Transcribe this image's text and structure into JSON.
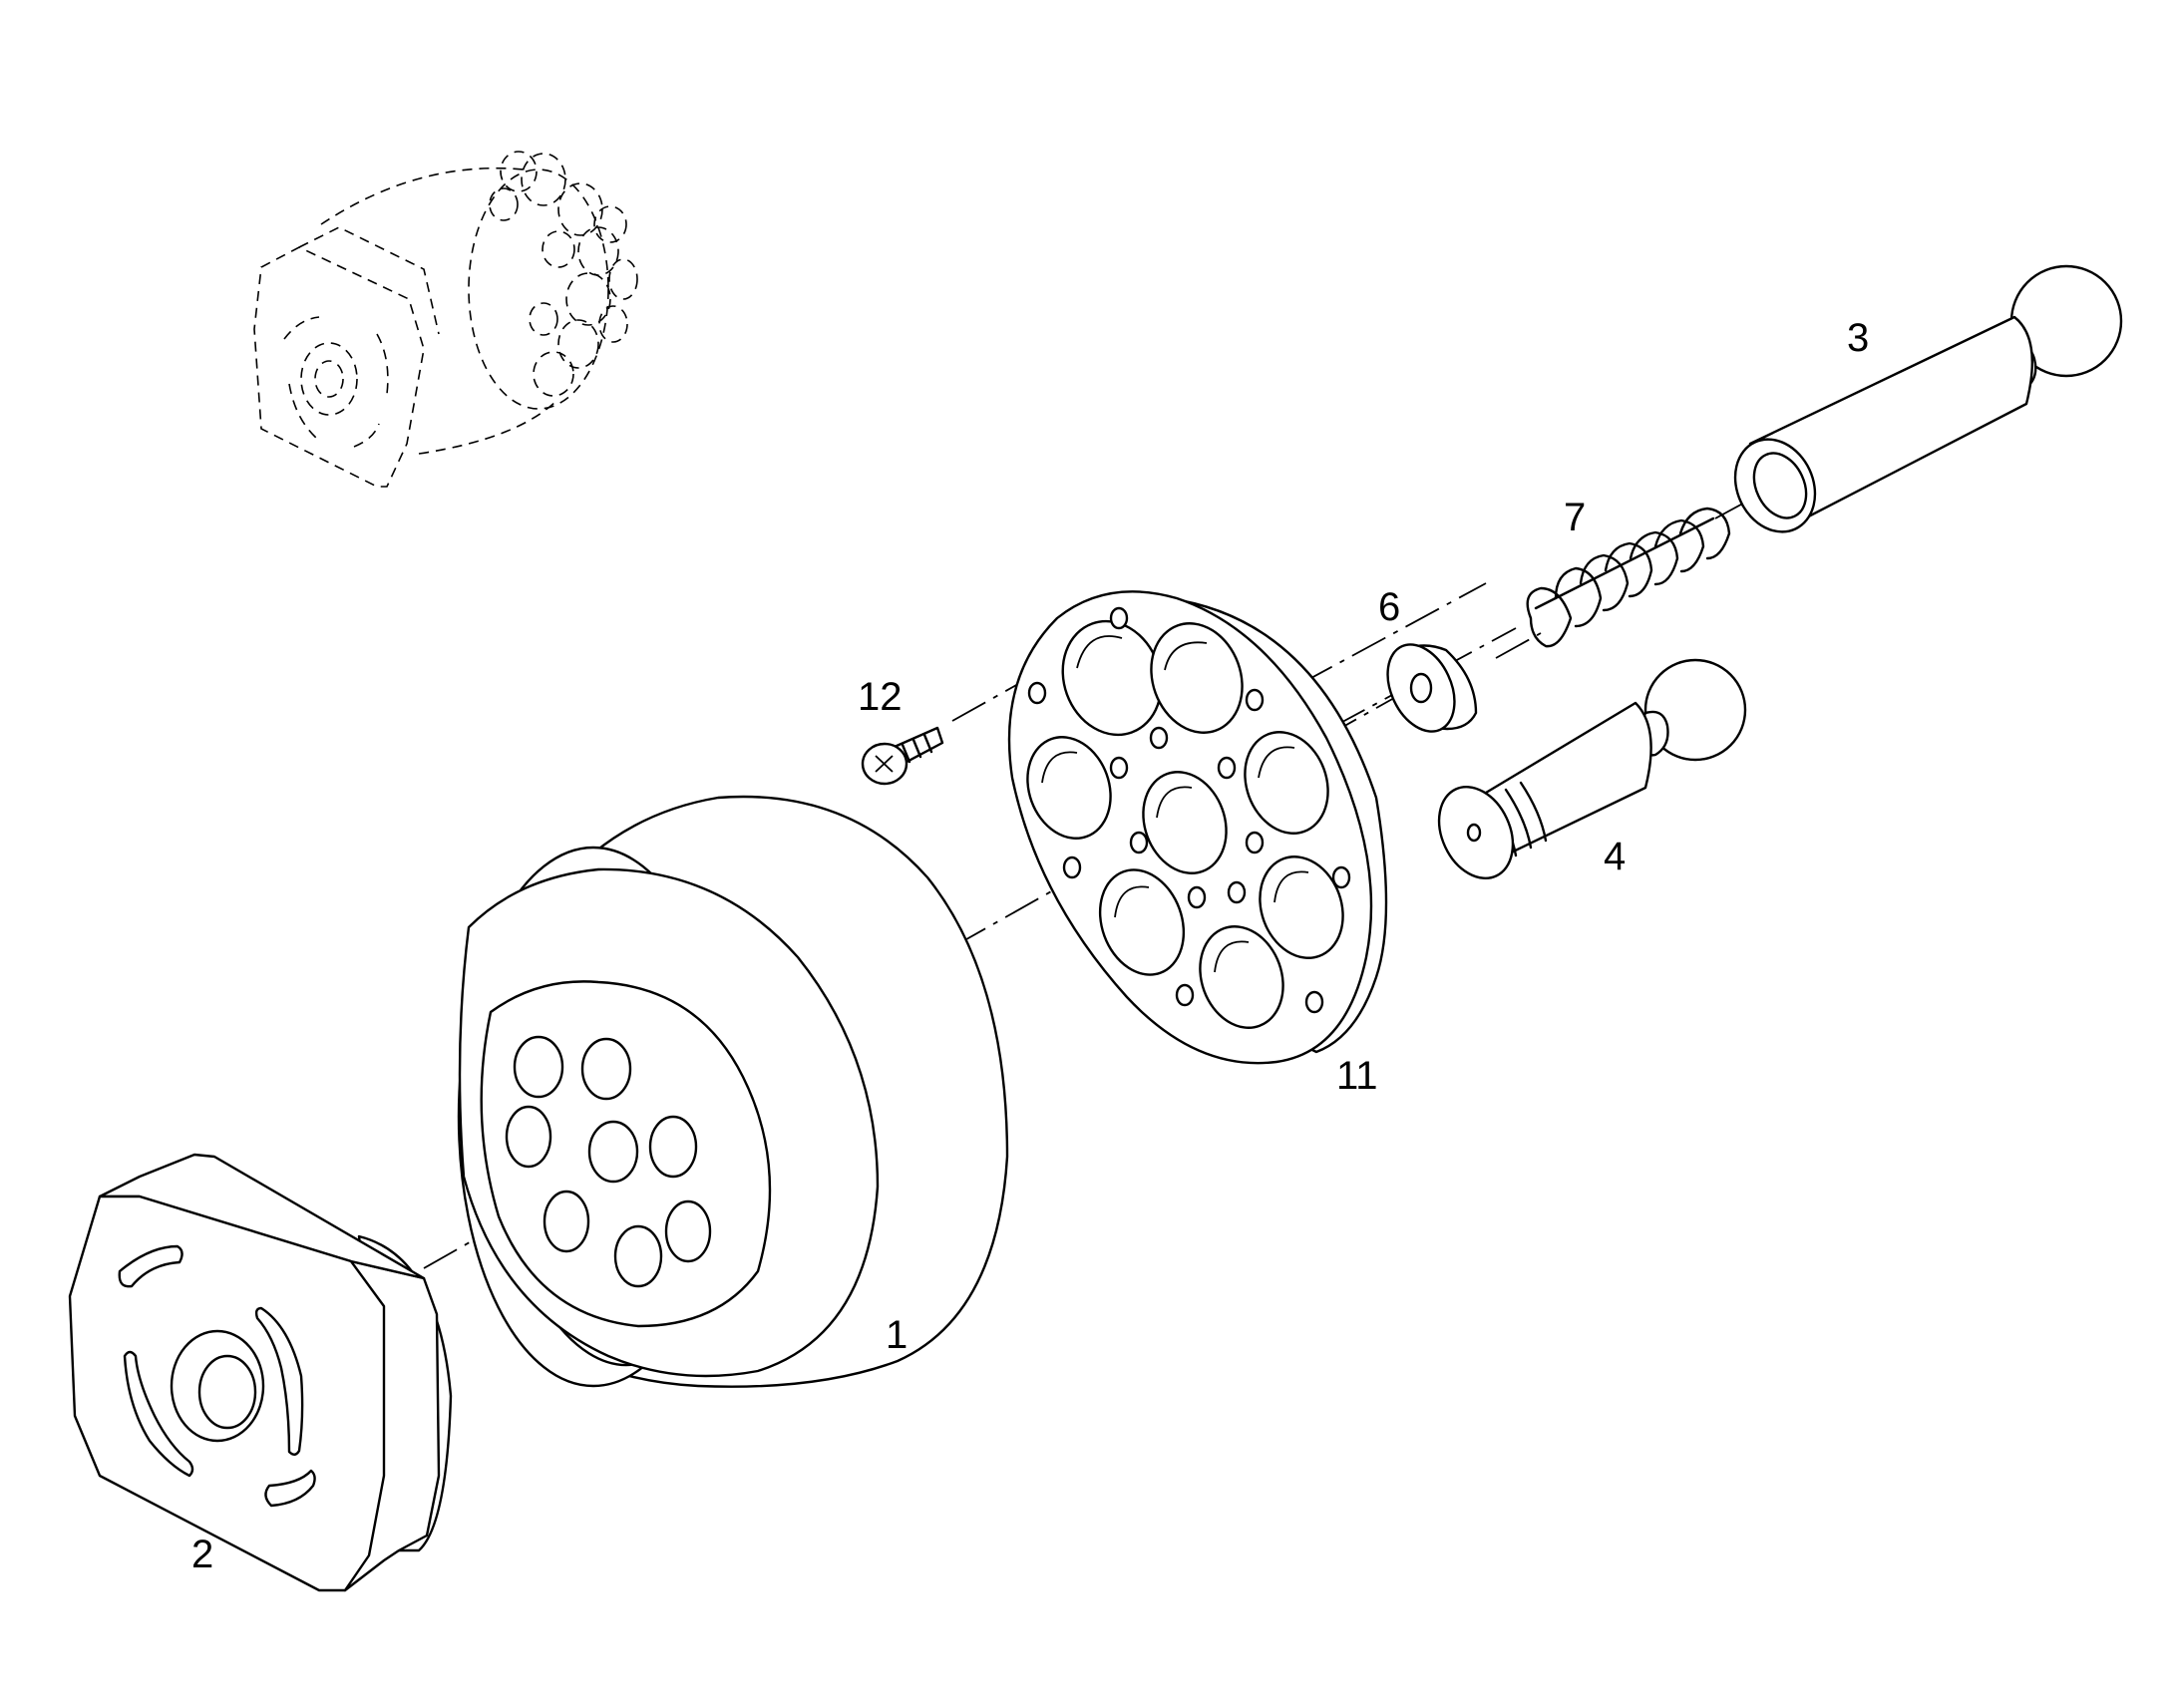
{
  "figure": {
    "type": "exploded-parts-diagram",
    "callouts": [
      {
        "id": "part-1",
        "label": "1"
      },
      {
        "id": "part-2",
        "label": "2"
      },
      {
        "id": "part-3",
        "label": "3"
      },
      {
        "id": "part-4",
        "label": "4"
      },
      {
        "id": "part-6",
        "label": "6"
      },
      {
        "id": "part-7",
        "label": "7"
      },
      {
        "id": "part-11",
        "label": "11"
      },
      {
        "id": "part-12",
        "label": "12"
      }
    ]
  }
}
